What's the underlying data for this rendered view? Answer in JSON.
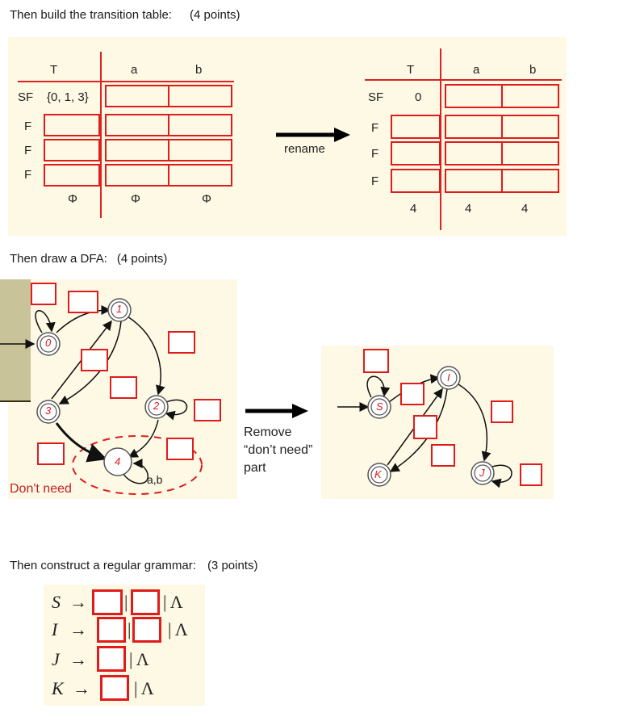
{
  "sections": {
    "table": {
      "label": "Then build the transition table:",
      "points": "(4 points)"
    },
    "dfa": {
      "label": "Then draw a DFA:",
      "points": "(4 points)"
    },
    "grammar": {
      "label": "Then construct a regular grammar:",
      "points": "(3 points)"
    }
  },
  "left_table": {
    "headers": [
      "T",
      "a",
      "b"
    ],
    "rows": [
      {
        "row_label": "SF",
        "t": "{0, 1, 3}"
      },
      {
        "row_label": "F"
      },
      {
        "row_label": "F"
      },
      {
        "row_label": "F"
      }
    ],
    "footer": [
      "Φ",
      "Φ",
      "Φ"
    ]
  },
  "rename_label": "rename",
  "right_table": {
    "headers": [
      "T",
      "a",
      "b"
    ],
    "rows": [
      {
        "row_label": "SF",
        "t": "0"
      },
      {
        "row_label": "F"
      },
      {
        "row_label": "F"
      },
      {
        "row_label": "F"
      }
    ],
    "footer": [
      "4",
      "4",
      "4"
    ]
  },
  "dfa_left": {
    "states": [
      "0",
      "1",
      "3",
      "2",
      "4"
    ],
    "loop_label": "a,b",
    "dont_need_label": "Don't need"
  },
  "remove_label_lines": [
    "Remove",
    "“don’t need”",
    "part"
  ],
  "dfa_right": {
    "states": [
      "S",
      "I",
      "K",
      "J"
    ]
  },
  "grammar_rules": [
    {
      "lhs": "S",
      "arrow": "→",
      "tail": "| Λ",
      "sep": "|"
    },
    {
      "lhs": "I",
      "arrow": "→",
      "tail": "| Λ",
      "sep": "|"
    },
    {
      "lhs": "J",
      "arrow": "→",
      "tail": "| Λ"
    },
    {
      "lhs": "K",
      "arrow": "→",
      "tail": "| Λ"
    }
  ],
  "colors": {
    "panel": "#fdf9e4",
    "accent": "#e01b1b",
    "sidebar": "#c9c39a"
  }
}
